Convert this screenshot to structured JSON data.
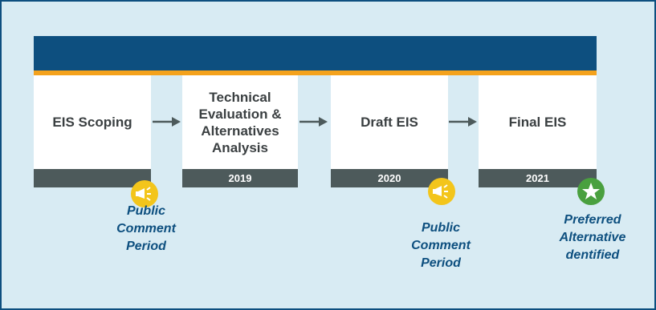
{
  "stages": [
    {
      "label": "EIS Scoping",
      "year": ""
    },
    {
      "label_lines": [
        "Technical",
        "Evaluation &",
        "Alternatives",
        "Analysis"
      ],
      "year": "2019"
    },
    {
      "label": "Draft EIS",
      "year": "2020"
    },
    {
      "label": "Final EIS",
      "year": "2021"
    }
  ],
  "notes": [
    {
      "icon": "megaphone-icon",
      "lines": [
        "Public",
        "Comment",
        "Period"
      ]
    },
    {
      "icon": "megaphone-icon",
      "lines": [
        "Public",
        "Comment",
        "Period"
      ]
    },
    {
      "icon": "star-icon",
      "lines": [
        "Preferred",
        "Alternative",
        "dentified"
      ]
    }
  ],
  "colors": {
    "background": "#d8ebf3",
    "banner": "#0d4f7f",
    "accent_line": "#f4a21c",
    "year_bar": "#4d5a5b",
    "note_text": "#0d4f7f",
    "megaphone_badge": "#f3c51b",
    "star_badge": "#4aa03f"
  }
}
